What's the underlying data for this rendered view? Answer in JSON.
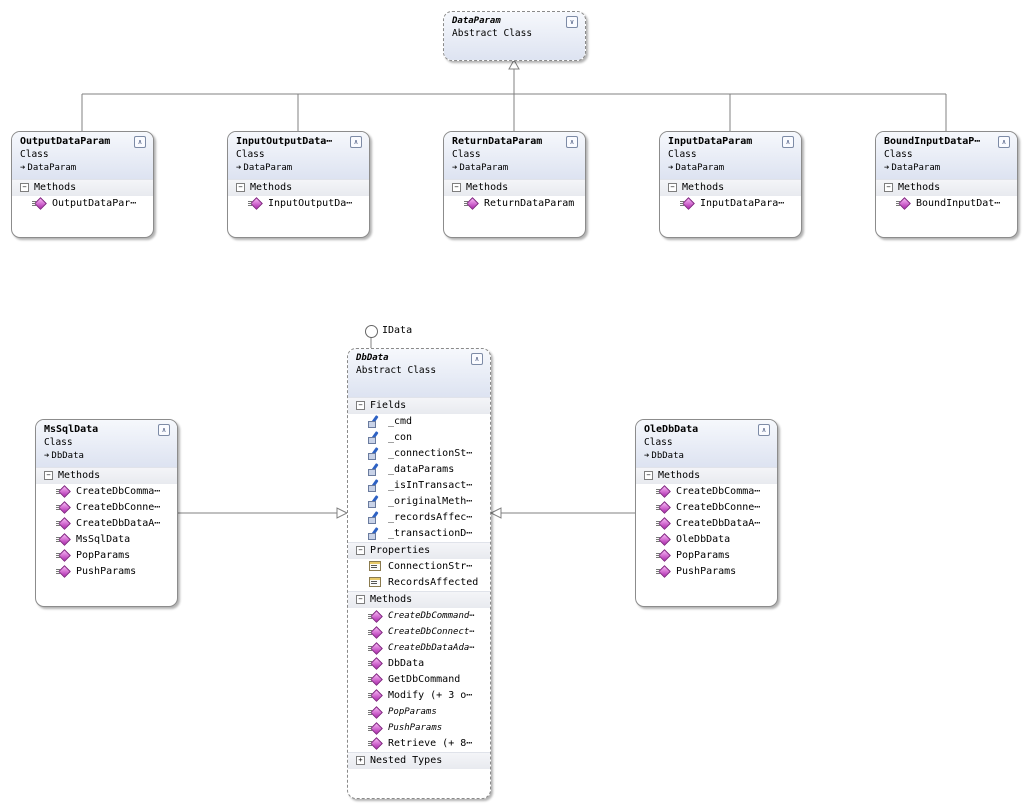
{
  "classes": {
    "dataparam": {
      "name": "DataParam",
      "kind": "Abstract Class"
    },
    "outputdataparam": {
      "name": "OutputDataParam",
      "kind": "Class",
      "base": "DataParam",
      "sections": [
        {
          "title": "Methods",
          "items": [
            "OutputDataPar⋯"
          ]
        }
      ]
    },
    "inputoutputdata": {
      "name": "InputOutputData⋯",
      "kind": "Class",
      "base": "DataParam",
      "sections": [
        {
          "title": "Methods",
          "items": [
            "InputOutputDa⋯"
          ]
        }
      ]
    },
    "returndataparam": {
      "name": "ReturnDataParam",
      "kind": "Class",
      "base": "DataParam",
      "sections": [
        {
          "title": "Methods",
          "items": [
            "ReturnDataParam"
          ]
        }
      ]
    },
    "inputdataparam": {
      "name": "InputDataParam",
      "kind": "Class",
      "base": "DataParam",
      "sections": [
        {
          "title": "Methods",
          "items": [
            "InputDataPara⋯"
          ]
        }
      ]
    },
    "boundinputdatap": {
      "name": "BoundInputDataP⋯",
      "kind": "Class",
      "base": "DataParam",
      "sections": [
        {
          "title": "Methods",
          "items": [
            "BoundInputDat⋯"
          ]
        }
      ]
    },
    "dbdata": {
      "name": "DbData",
      "kind": "Abstract Class",
      "interface": "IData",
      "sections": [
        {
          "title": "Fields",
          "items": [
            "_cmd",
            "_con",
            "_connectionSt⋯",
            "_dataParams",
            "_isInTransact⋯",
            "_originalMeth⋯",
            "_recordsAffec⋯",
            "_transactionD⋯"
          ]
        },
        {
          "title": "Properties",
          "items": [
            "ConnectionStr⋯",
            "RecordsAffected"
          ]
        },
        {
          "title": "Methods",
          "items": [
            "CreateDbCommand⋯",
            "CreateDbConnect⋯",
            "CreateDbDataAda⋯",
            "DbData",
            "GetDbCommand",
            "Modify (+ 3 o⋯",
            "PopParams",
            "PushParams",
            "Retrieve (+ 8⋯"
          ]
        },
        {
          "title": "Nested Types",
          "items": []
        }
      ]
    },
    "mssqldata": {
      "name": "MsSqlData",
      "kind": "Class",
      "base": "DbData",
      "sections": [
        {
          "title": "Methods",
          "items": [
            "CreateDbComma⋯",
            "CreateDbConne⋯",
            "CreateDbDataA⋯",
            "MsSqlData",
            "PopParams",
            "PushParams"
          ]
        }
      ]
    },
    "oledbdata": {
      "name": "OleDbData",
      "kind": "Class",
      "base": "DbData",
      "sections": [
        {
          "title": "Methods",
          "items": [
            "CreateDbComma⋯",
            "CreateDbConne⋯",
            "CreateDbDataA⋯",
            "OleDbData",
            "PopParams",
            "PushParams"
          ]
        }
      ]
    }
  },
  "icons": {
    "collapse": "double-chevron-up-icon",
    "expand-toggle": "plus-box-icon",
    "collapse-toggle": "minus-box-icon",
    "method": "method-icon",
    "field": "field-icon",
    "property": "property-icon"
  }
}
